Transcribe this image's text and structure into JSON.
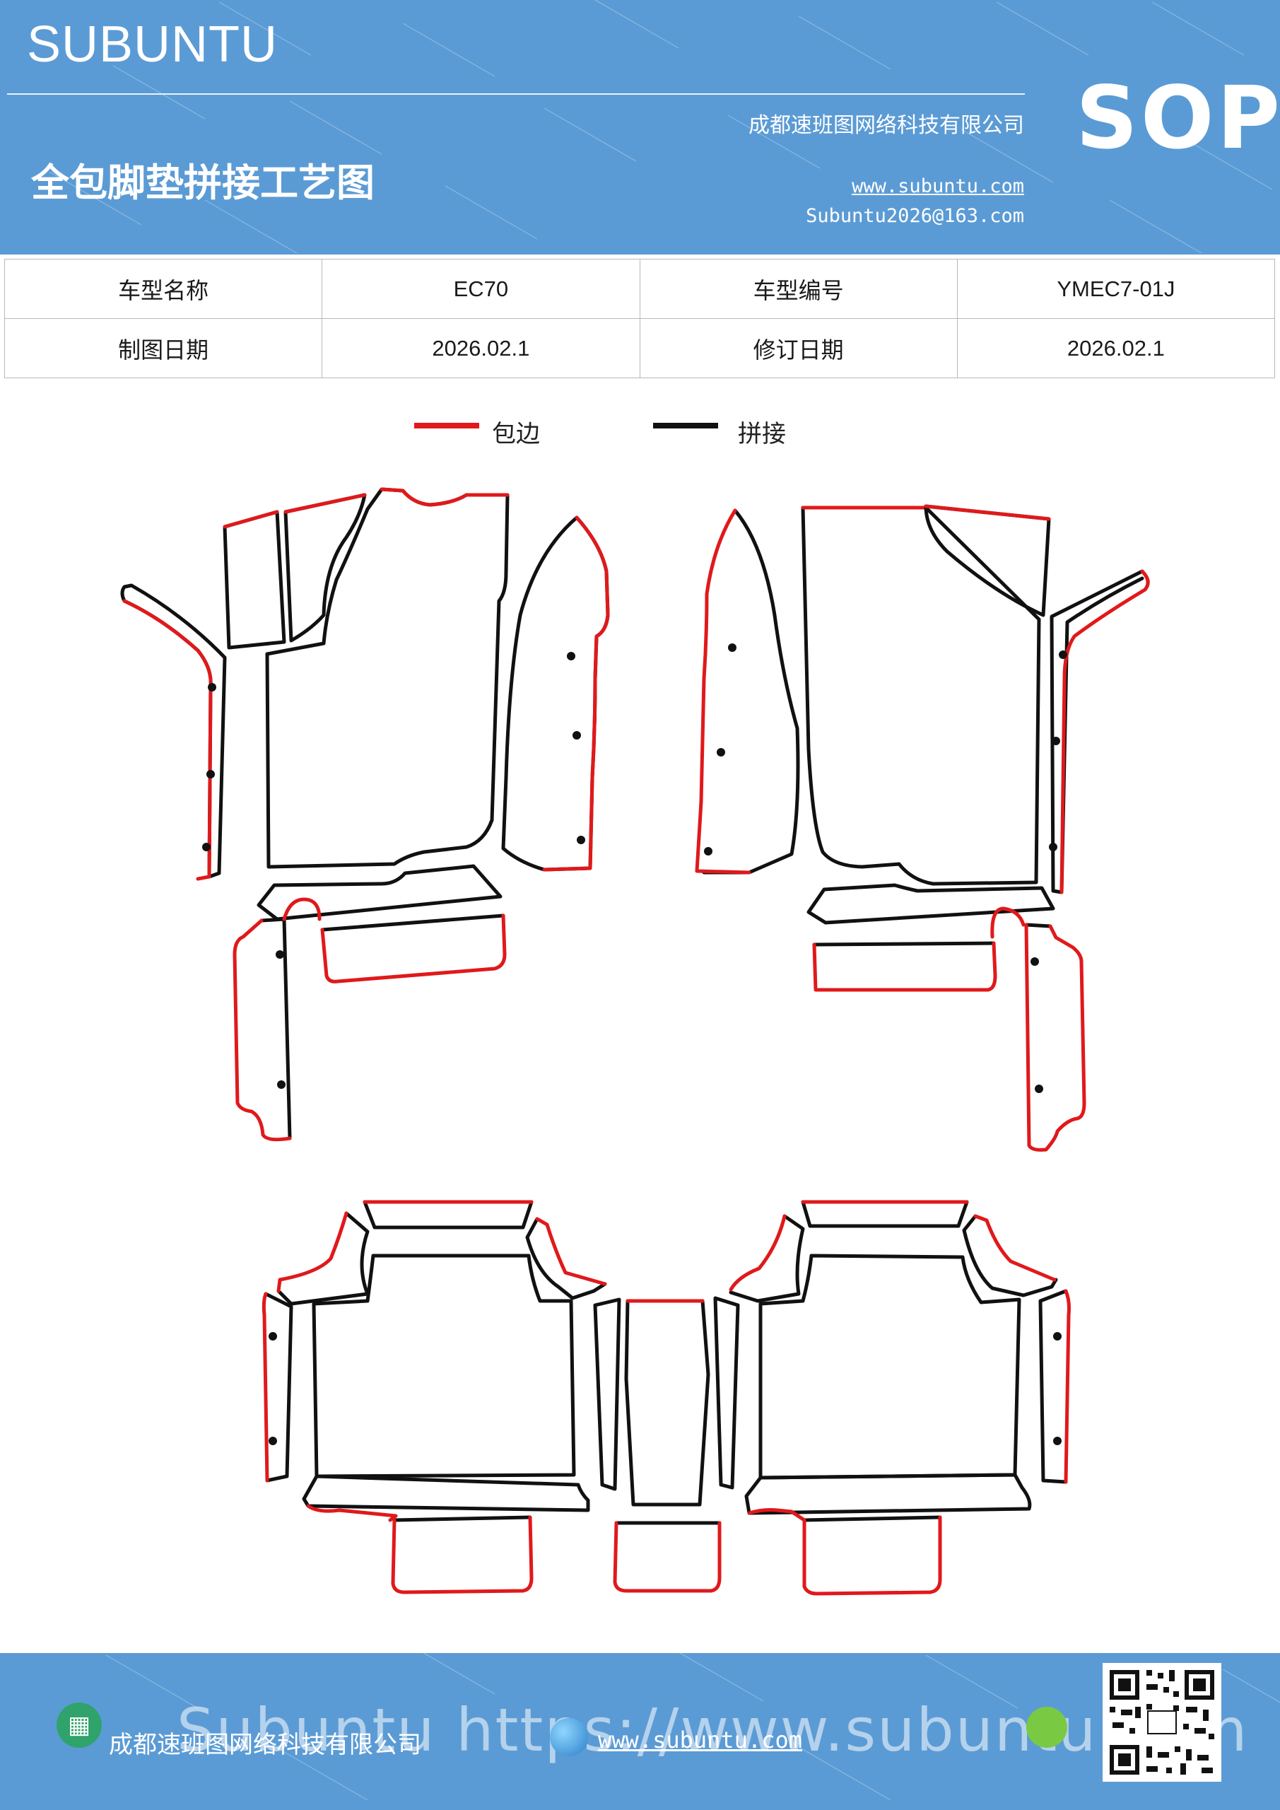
{
  "header": {
    "brand": "SUBUNTU",
    "title": "全包脚垫拼接工艺图",
    "company": "成都速班图网络科技有限公司",
    "website": "www.subuntu.com",
    "email": "Subuntu2026@163.com",
    "badge": "SOP"
  },
  "info_table": {
    "rows": [
      [
        "车型名称",
        "EC70",
        "车型编号",
        "YMEC7-01J"
      ],
      [
        "制图日期",
        "2026.02.1",
        "修订日期",
        "2026.02.1"
      ]
    ]
  },
  "legend": {
    "items": [
      {
        "label": "包边",
        "color": "#e0191b"
      },
      {
        "label": "拼接",
        "color": "#111111"
      }
    ]
  },
  "colors": {
    "banner": "#5b9bd5",
    "edge_binding": "#e0191b",
    "seam": "#111111"
  },
  "footer": {
    "company": "成都速班图网络科技有限公司",
    "website": "www.subuntu.com",
    "watermark": "Subuntu https://www.subuntu.com",
    "icons": [
      "building-icon",
      "globe-icon",
      "wechat-icon",
      "qr-code"
    ]
  }
}
